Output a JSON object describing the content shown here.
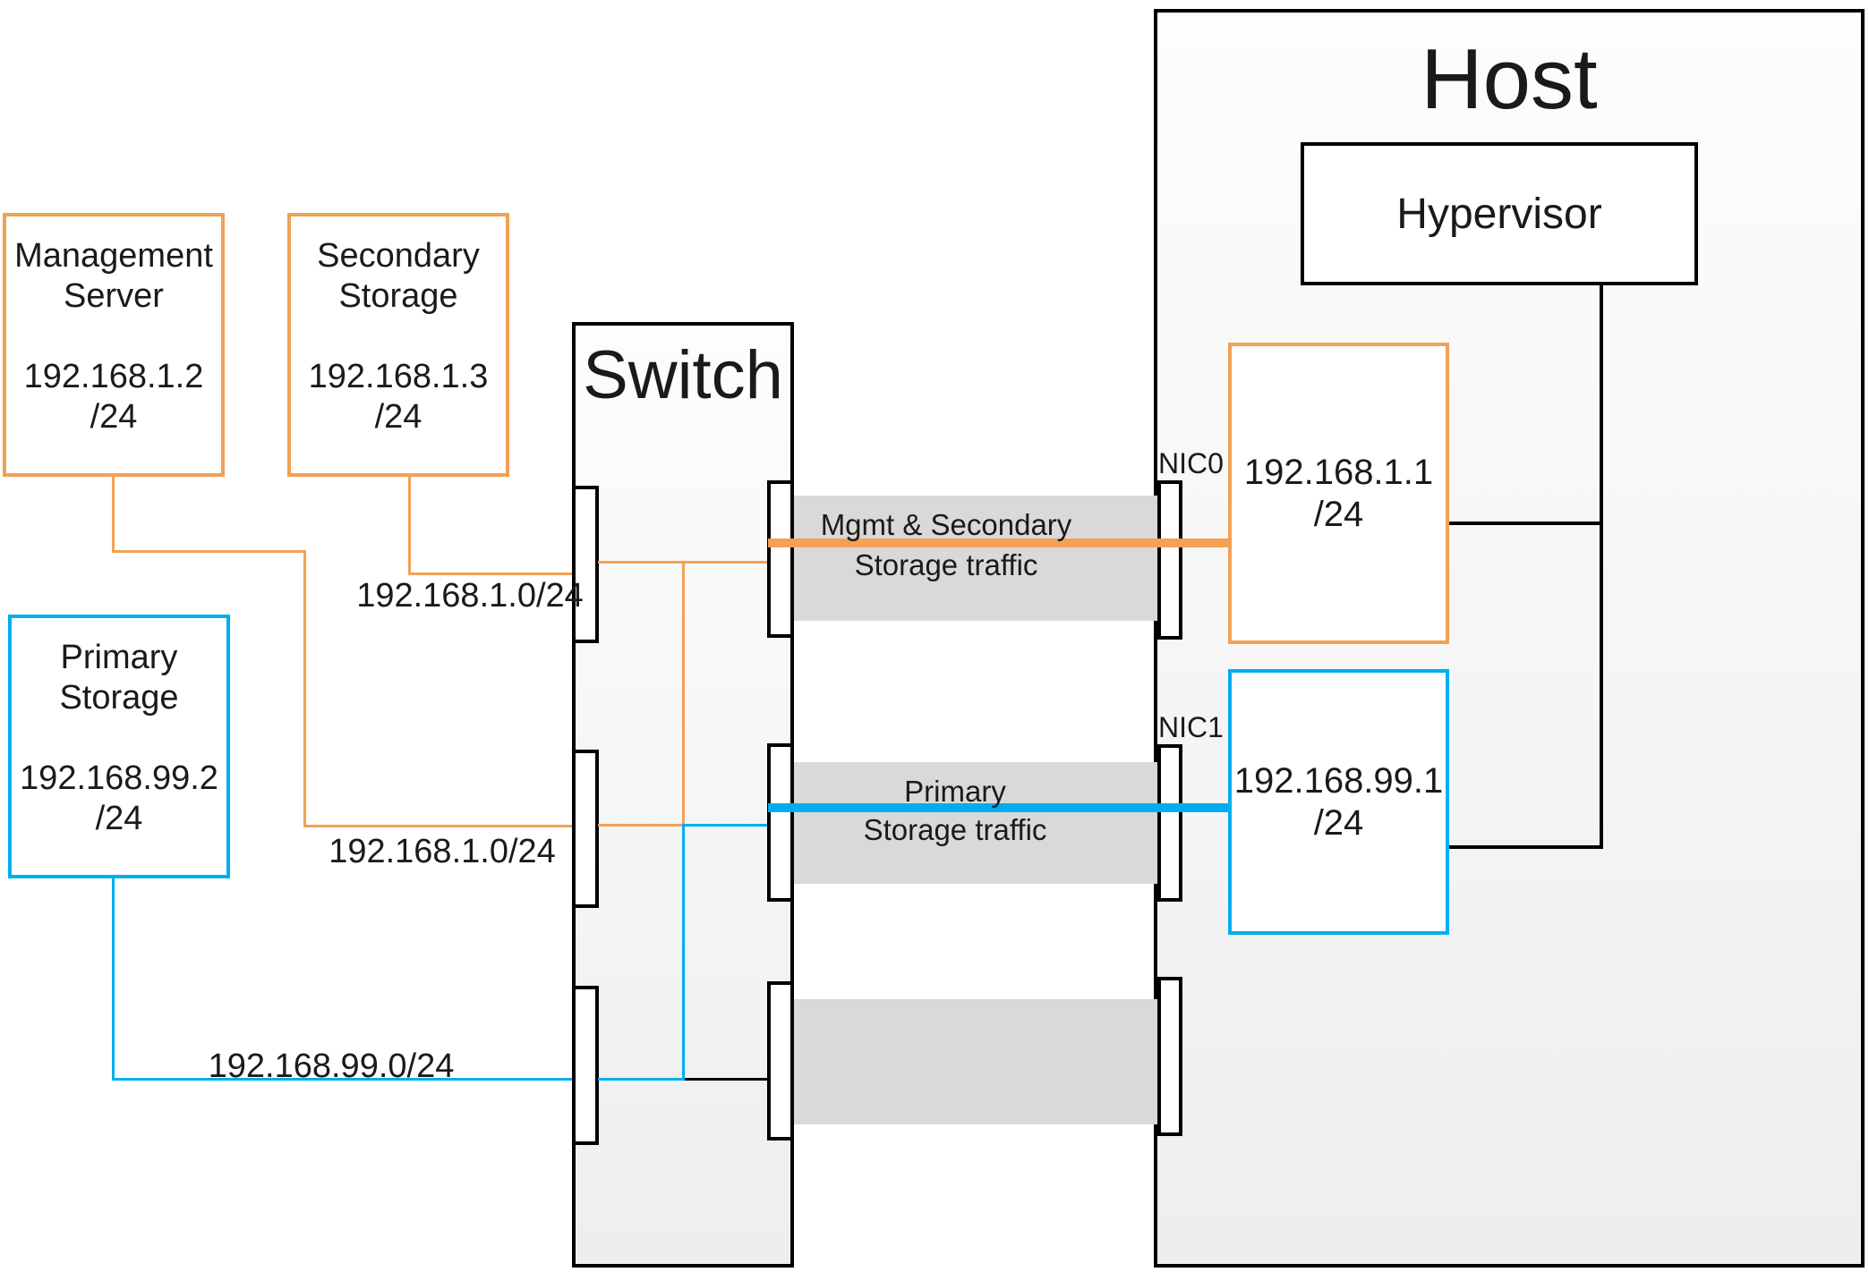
{
  "colors": {
    "orange": "#F2A155",
    "blue": "#00AEEF",
    "band": "#D9D9D9",
    "ink": "#000000"
  },
  "host": {
    "label": "Host"
  },
  "switch": {
    "label": "Switch"
  },
  "hypervisor": {
    "label": "Hypervisor"
  },
  "endpoints": {
    "management": {
      "name_line1": "Management",
      "name_line2": "Server",
      "ip": "192.168.1.2",
      "mask": "/24"
    },
    "secondary": {
      "name_line1": "Secondary",
      "name_line2": "Storage",
      "ip": "192.168.1.3",
      "mask": "/24"
    },
    "primary": {
      "name_line1": "Primary",
      "name_line2": "Storage",
      "ip": "192.168.99.2",
      "mask": "/24"
    }
  },
  "nics": {
    "nic0": {
      "label": "NIC0",
      "ip": "192.168.1.1",
      "mask": "/24"
    },
    "nic1": {
      "label": "NIC1",
      "ip": "192.168.99.1",
      "mask": "/24"
    }
  },
  "subnet_labels": {
    "secondary_link": "192.168.1.0/24",
    "management_link": "192.168.1.0/24",
    "primary_link": "192.168.99.0/24"
  },
  "traffic_labels": {
    "mgmt_line1": "Mgmt & Secondary",
    "mgmt_line2": "Storage traffic",
    "primary_line1": "Primary",
    "primary_line2": "Storage traffic"
  }
}
